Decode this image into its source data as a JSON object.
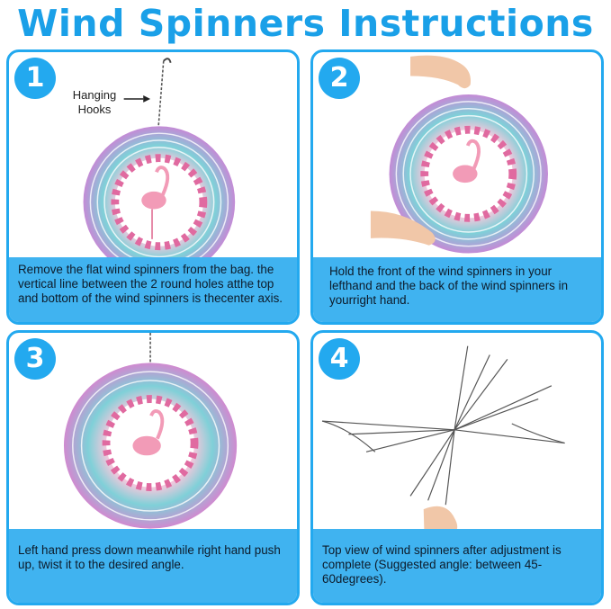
{
  "title": "Wind Spinners Instructions",
  "colors": {
    "accent": "#23a9ef",
    "caption_bg": "#40b3f0",
    "title": "#1aa0e8"
  },
  "steps": [
    {
      "number": "1",
      "text": "Remove the flat wind spinners from the bag. the vertical line between the 2 round holes atthe top and bottom of the wind spinners is thecenter axis.",
      "label": "Hanging Hooks"
    },
    {
      "number": "2",
      "text": "Hold the front of the wind spinners in your lefthand and the back of the wind spinners in yourright hand."
    },
    {
      "number": "3",
      "text": "Left hand press down meanwhile right hand push up, twist it to the desired angle."
    },
    {
      "number": "4",
      "text": "Top view of wind spinners after adjustment is complete (Suggested angle: between 45-60degrees)."
    }
  ]
}
